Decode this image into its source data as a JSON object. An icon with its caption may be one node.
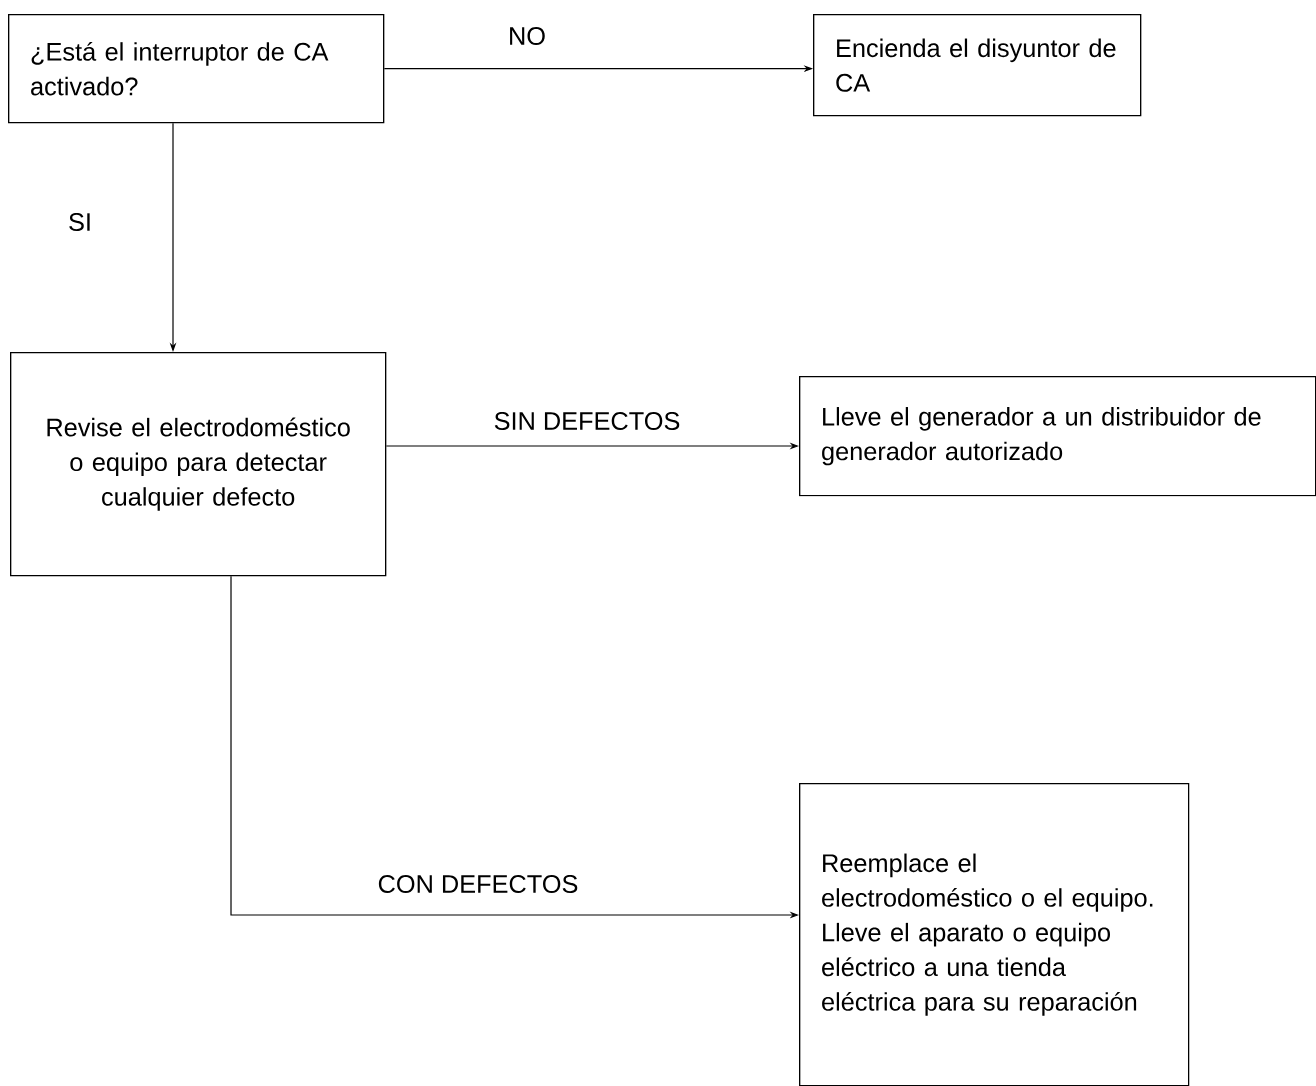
{
  "diagram": {
    "nodes": [
      {
        "text": [
          "¿Está el interruptor de CA activado?"
        ]
      },
      {
        "text": [
          "Encienda el disyuntor de CA"
        ]
      },
      {
        "text": [
          "Revise el electrodoméstico o equipo para detectar cualquier defecto"
        ]
      },
      {
        "text": [
          "Lleve el generador a un distribuidor de generador autorizado"
        ]
      },
      {
        "text": [
          "Reemplace el electrodoméstico o el equipo. Lleve el aparato o equipo eléctrico a una tienda eléctrica para su reparación"
        ]
      }
    ],
    "edges": [
      {
        "from": 0,
        "to": 1,
        "arrow": "to",
        "label": "NO"
      },
      {
        "from": 0,
        "to": 2,
        "arrow": "to",
        "label": "SI"
      },
      {
        "from": 2,
        "to": 3,
        "arrow": "to",
        "label": "SIN DEFECTOS"
      },
      {
        "from": 2,
        "to": 4,
        "arrow": "to",
        "label": "CON DEFECTOS"
      }
    ]
  }
}
